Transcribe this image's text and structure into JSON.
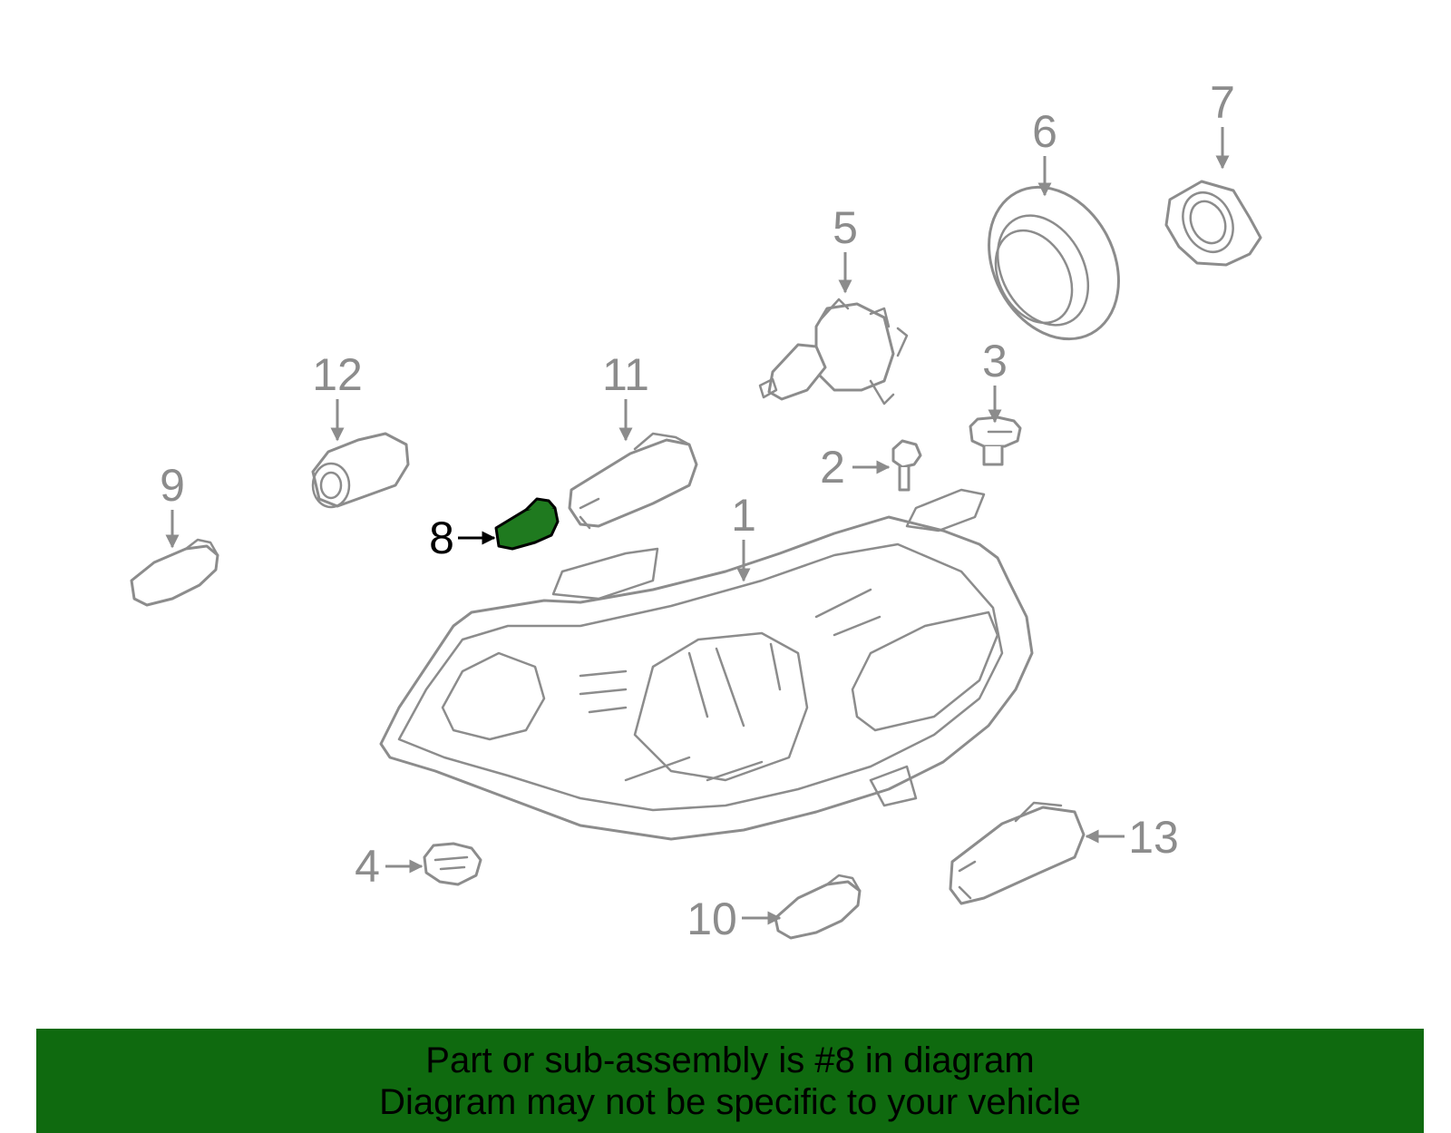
{
  "colors": {
    "line_gray": "#8c8c8c",
    "highlight_fill": "#1f7a1f",
    "banner_bg": "#0f6a0f",
    "highlight_text": "#000000"
  },
  "callouts": [
    {
      "id": "1",
      "label": "1"
    },
    {
      "id": "2",
      "label": "2"
    },
    {
      "id": "3",
      "label": "3"
    },
    {
      "id": "4",
      "label": "4"
    },
    {
      "id": "5",
      "label": "5"
    },
    {
      "id": "6",
      "label": "6"
    },
    {
      "id": "7",
      "label": "7"
    },
    {
      "id": "8",
      "label": "8",
      "highlighted": true
    },
    {
      "id": "9",
      "label": "9"
    },
    {
      "id": "10",
      "label": "10"
    },
    {
      "id": "11",
      "label": "11"
    },
    {
      "id": "12",
      "label": "12"
    },
    {
      "id": "13",
      "label": "13"
    }
  ],
  "banner": {
    "line1": "Part or sub-assembly is #8 in diagram",
    "line2": "Diagram may not be specific to your vehicle"
  }
}
